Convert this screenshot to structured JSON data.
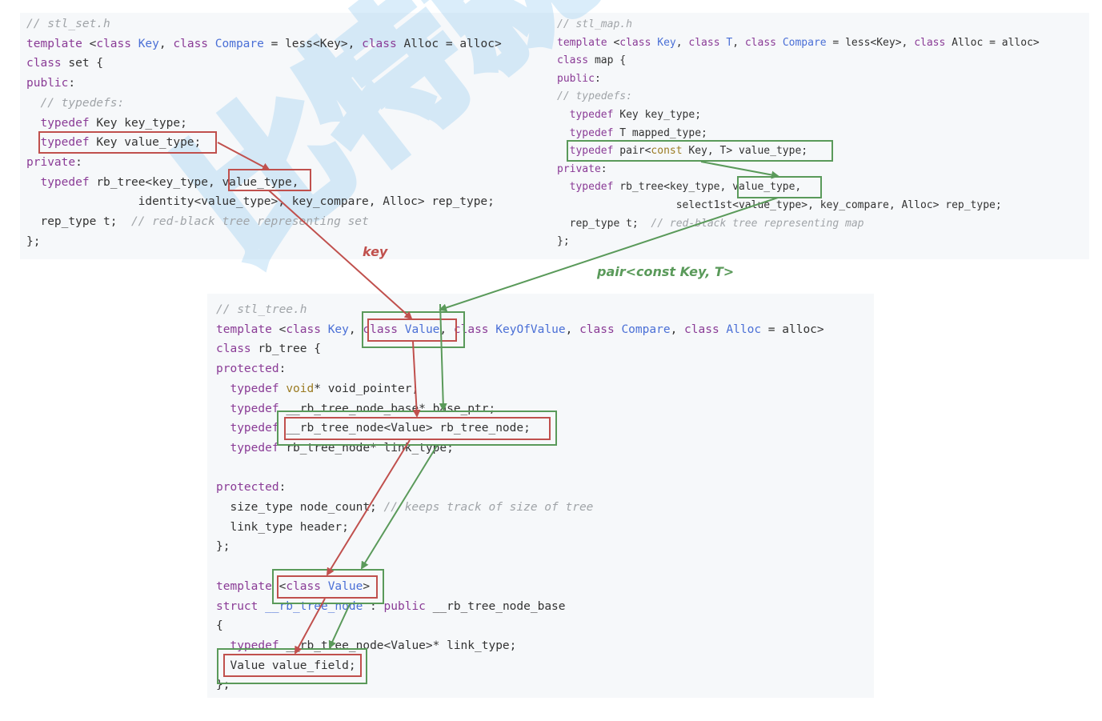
{
  "panels": {
    "set": {
      "lines": [
        [
          {
            "c": "cm",
            "t": "// stl_set.h"
          }
        ],
        [
          {
            "c": "kw",
            "t": "template "
          },
          {
            "c": "tx",
            "t": "<"
          },
          {
            "c": "kw",
            "t": "class "
          },
          {
            "c": "ty",
            "t": "Key"
          },
          {
            "c": "tx",
            "t": ", "
          },
          {
            "c": "kw",
            "t": "class "
          },
          {
            "c": "ty",
            "t": "Compare"
          },
          {
            "c": "tx",
            "t": " = less<Key>, "
          },
          {
            "c": "kw",
            "t": "class "
          },
          {
            "c": "tx",
            "t": "Alloc = alloc>"
          }
        ],
        [
          {
            "c": "kw",
            "t": "class "
          },
          {
            "c": "tx",
            "t": "set {"
          }
        ],
        [
          {
            "c": "kw",
            "t": "public"
          },
          {
            "c": "tx",
            "t": ":"
          }
        ],
        [
          {
            "c": "tx",
            "t": "  "
          },
          {
            "c": "cm",
            "t": "// typedefs:"
          }
        ],
        [
          {
            "c": "tx",
            "t": "  "
          },
          {
            "c": "kw",
            "t": "typedef "
          },
          {
            "c": "tx",
            "t": "Key key_type;"
          }
        ],
        [
          {
            "c": "tx",
            "t": "  "
          },
          {
            "c": "kw",
            "t": "typedef "
          },
          {
            "c": "tx",
            "t": "Key value_type;"
          }
        ],
        [
          {
            "c": "kw",
            "t": "private"
          },
          {
            "c": "tx",
            "t": ":"
          }
        ],
        [
          {
            "c": "tx",
            "t": "  "
          },
          {
            "c": "kw",
            "t": "typedef "
          },
          {
            "c": "tx",
            "t": "rb_tree<key_type, value_type,"
          }
        ],
        [
          {
            "c": "tx",
            "t": "                identity<value_type>, key_compare, Alloc> rep_type;"
          }
        ],
        [
          {
            "c": "tx",
            "t": "  rep_type t;  "
          },
          {
            "c": "cm",
            "t": "// red-black tree representing set"
          }
        ],
        [
          {
            "c": "tx",
            "t": "};"
          }
        ]
      ]
    },
    "map": {
      "lines": [
        [
          {
            "c": "cm",
            "t": "// stl_map.h"
          }
        ],
        [
          {
            "c": "kw",
            "t": "template "
          },
          {
            "c": "tx",
            "t": "<"
          },
          {
            "c": "kw",
            "t": "class "
          },
          {
            "c": "ty",
            "t": "Key"
          },
          {
            "c": "tx",
            "t": ", "
          },
          {
            "c": "kw",
            "t": "class "
          },
          {
            "c": "ty",
            "t": "T"
          },
          {
            "c": "tx",
            "t": ", "
          },
          {
            "c": "kw",
            "t": "class "
          },
          {
            "c": "ty",
            "t": "Compare"
          },
          {
            "c": "tx",
            "t": " = less<Key>, "
          },
          {
            "c": "kw",
            "t": "class "
          },
          {
            "c": "tx",
            "t": "Alloc = alloc>"
          }
        ],
        [
          {
            "c": "kw",
            "t": "class "
          },
          {
            "c": "tx",
            "t": "map {"
          }
        ],
        [
          {
            "c": "kw",
            "t": "public"
          },
          {
            "c": "tx",
            "t": ":"
          }
        ],
        [
          {
            "c": "cm",
            "t": "// typedefs:"
          }
        ],
        [
          {
            "c": "tx",
            "t": "  "
          },
          {
            "c": "kw",
            "t": "typedef "
          },
          {
            "c": "tx",
            "t": "Key key_type;"
          }
        ],
        [
          {
            "c": "tx",
            "t": "  "
          },
          {
            "c": "kw",
            "t": "typedef "
          },
          {
            "c": "tx",
            "t": "T mapped_type;"
          }
        ],
        [
          {
            "c": "tx",
            "t": "  "
          },
          {
            "c": "kw",
            "t": "typedef "
          },
          {
            "c": "tx",
            "t": "pair<"
          },
          {
            "c": "tm",
            "t": "const"
          },
          {
            "c": "tx",
            "t": " Key, T> value_type;"
          }
        ],
        [
          {
            "c": "kw",
            "t": "private"
          },
          {
            "c": "tx",
            "t": ":"
          }
        ],
        [
          {
            "c": "tx",
            "t": "  "
          },
          {
            "c": "kw",
            "t": "typedef "
          },
          {
            "c": "tx",
            "t": "rb_tree<key_type, value_type,"
          }
        ],
        [
          {
            "c": "tx",
            "t": "                   select1st<value_type>, key_compare, Alloc> rep_type;"
          }
        ],
        [
          {
            "c": "tx",
            "t": "  rep_type t;  "
          },
          {
            "c": "cm",
            "t": "// red-black tree representing map"
          }
        ],
        [
          {
            "c": "tx",
            "t": "};"
          }
        ]
      ]
    },
    "tree": {
      "lines": [
        [
          {
            "c": "cm",
            "t": "// stl_tree.h"
          }
        ],
        [
          {
            "c": "kw",
            "t": "template "
          },
          {
            "c": "tx",
            "t": "<"
          },
          {
            "c": "kw",
            "t": "class "
          },
          {
            "c": "ty",
            "t": "Key"
          },
          {
            "c": "tx",
            "t": ", "
          },
          {
            "c": "kw",
            "t": "class "
          },
          {
            "c": "ty",
            "t": "Value"
          },
          {
            "c": "tx",
            "t": ", "
          },
          {
            "c": "kw",
            "t": "class "
          },
          {
            "c": "ty",
            "t": "KeyOfValue"
          },
          {
            "c": "tx",
            "t": ", "
          },
          {
            "c": "kw",
            "t": "class "
          },
          {
            "c": "ty",
            "t": "Compare"
          },
          {
            "c": "tx",
            "t": ", "
          },
          {
            "c": "kw",
            "t": "class "
          },
          {
            "c": "ty",
            "t": "Alloc"
          },
          {
            "c": "tx",
            "t": " = alloc>"
          }
        ],
        [
          {
            "c": "kw",
            "t": "class "
          },
          {
            "c": "tx",
            "t": "rb_tree {"
          }
        ],
        [
          {
            "c": "kw",
            "t": "protected"
          },
          {
            "c": "tx",
            "t": ":"
          }
        ],
        [
          {
            "c": "tx",
            "t": "  "
          },
          {
            "c": "kw",
            "t": "typedef "
          },
          {
            "c": "tm",
            "t": "void"
          },
          {
            "c": "tx",
            "t": "* void_pointer;"
          }
        ],
        [
          {
            "c": "tx",
            "t": "  "
          },
          {
            "c": "kw",
            "t": "typedef "
          },
          {
            "c": "tx",
            "t": "__rb_tree_node_base* base_ptr;"
          }
        ],
        [
          {
            "c": "tx",
            "t": "  "
          },
          {
            "c": "kw",
            "t": "typedef "
          },
          {
            "c": "tx",
            "t": "__rb_tree_node<Value> rb_tree_node;"
          }
        ],
        [
          {
            "c": "tx",
            "t": "  "
          },
          {
            "c": "kw",
            "t": "typedef "
          },
          {
            "c": "tx",
            "t": "rb_tree_node* link_type;"
          }
        ],
        [
          {
            "c": "tx",
            "t": ""
          }
        ],
        [
          {
            "c": "kw",
            "t": "protected"
          },
          {
            "c": "tx",
            "t": ":"
          }
        ],
        [
          {
            "c": "tx",
            "t": "  size_type node_count; "
          },
          {
            "c": "cm",
            "t": "// keeps track of size of tree"
          }
        ],
        [
          {
            "c": "tx",
            "t": "  link_type header;"
          }
        ],
        [
          {
            "c": "tx",
            "t": "};"
          }
        ],
        [
          {
            "c": "tx",
            "t": ""
          }
        ],
        [
          {
            "c": "kw",
            "t": "template "
          },
          {
            "c": "tx",
            "t": "<"
          },
          {
            "c": "kw",
            "t": "class "
          },
          {
            "c": "ty",
            "t": "Value"
          },
          {
            "c": "tx",
            "t": ">"
          }
        ],
        [
          {
            "c": "kw",
            "t": "struct "
          },
          {
            "c": "ty",
            "t": "__rb_tree_node"
          },
          {
            "c": "tx",
            "t": " : "
          },
          {
            "c": "kw",
            "t": "public "
          },
          {
            "c": "tx",
            "t": "__rb_tree_node_base"
          }
        ],
        [
          {
            "c": "tx",
            "t": "{"
          }
        ],
        [
          {
            "c": "tx",
            "t": "  "
          },
          {
            "c": "kw",
            "t": "typedef "
          },
          {
            "c": "tx",
            "t": "__rb_tree_node<Value>* link_type;"
          }
        ],
        [
          {
            "c": "tx",
            "t": "  Value value_field;"
          }
        ],
        [
          {
            "c": "tx",
            "t": "};"
          }
        ]
      ]
    }
  },
  "annotations": {
    "key_label": "key",
    "pair_label": "pair<const Key, T>"
  },
  "colors": {
    "red": "#c0504d",
    "green": "#5a9a5a",
    "watermark": "#8fc6ee"
  },
  "watermark": {
    "text": "比特就业"
  }
}
